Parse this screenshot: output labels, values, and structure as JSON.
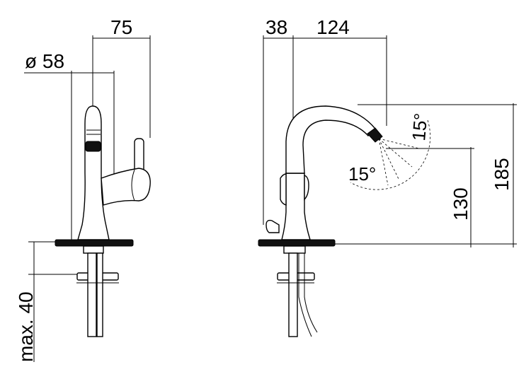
{
  "front_view": {
    "dimensions": {
      "width": "75",
      "diameter": "ø 58",
      "thickness": "max. 40"
    }
  },
  "side_view": {
    "dimensions": {
      "offset": "38",
      "reach": "124",
      "outlet_height": "130",
      "total_height": "185"
    },
    "angles": {
      "upper": "15°",
      "lower": "15°"
    }
  }
}
